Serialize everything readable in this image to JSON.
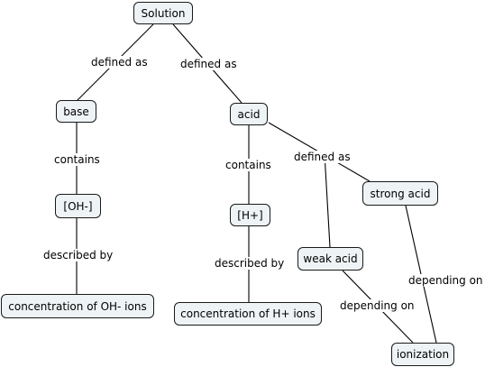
{
  "concept_map": {
    "nodes": {
      "solution": "Solution",
      "base": "base",
      "acid": "acid",
      "oh": "[OH-]",
      "h": "[H+]",
      "strong_acid": "strong acid",
      "weak_acid": "weak acid",
      "conc_oh": "concentration of OH- ions",
      "conc_h": "concentration of H+ ions",
      "ionization": "ionization"
    },
    "links": {
      "solution_base": "defined as",
      "solution_acid": "defined as",
      "base_oh": "contains",
      "acid_h": "contains",
      "acid_sub": "defined as",
      "oh_conc": "described by",
      "h_conc": "described by",
      "weak_ionization": "depending on",
      "strong_ionization": "depending on"
    }
  }
}
